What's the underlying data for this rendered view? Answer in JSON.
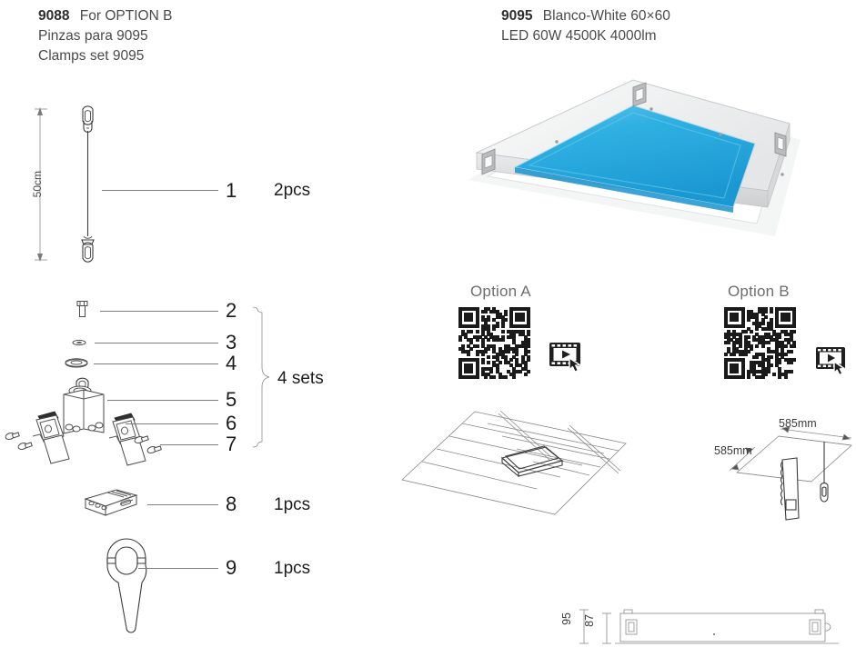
{
  "left_panel": {
    "header": {
      "code": "9088",
      "title": "For OPTION B",
      "line2": "Pinzas para 9095",
      "line3": "Clamps set 9095"
    },
    "cable": {
      "dimension": "50cm",
      "icon": "steel-cable-with-carabiners"
    },
    "parts": [
      {
        "number": "1",
        "qty": "2pcs",
        "icon": "suspension-cable"
      },
      {
        "number": "2",
        "qty": "",
        "icon": "bolt-screw"
      },
      {
        "number": "3",
        "qty": "",
        "icon": "small-washer"
      },
      {
        "number": "4",
        "qty": "",
        "icon": "large-washer"
      },
      {
        "number": "5",
        "qty": "",
        "icon": "gripper-body"
      },
      {
        "number": "6",
        "qty": "",
        "icon": "clamp-bracket"
      },
      {
        "number": "7",
        "qty": "",
        "icon": "clamp-screw"
      },
      {
        "number": "8",
        "qty": "1pcs",
        "icon": "terminal-block-connector"
      },
      {
        "number": "9",
        "qty": "1pcs",
        "icon": "open-end-wrench"
      }
    ],
    "group_label": "4 sets"
  },
  "right_panel": {
    "header": {
      "code": "9095",
      "title": "Blanco-White  60×60",
      "line2": "LED 60W 4500K 4000lm"
    },
    "product_image": {
      "icon": "led-panel-photo",
      "glow_color": "#29ace0",
      "frame_color": "#f2f2f2",
      "bracket_color": "#b9bbbd"
    },
    "options": [
      {
        "label": "Option A",
        "qr_icon": "qr-code",
        "video_icon": "video-play-click-icon",
        "drawing_icon": "suspended-ceiling-grid-recessed"
      },
      {
        "label": "Option B",
        "qr_icon": "qr-code",
        "video_icon": "video-play-click-icon",
        "drawing_icon": "ceiling-panel-with-clamp"
      }
    ],
    "option_b_dimensions": {
      "width": "585mm",
      "depth": "585mm"
    },
    "section_view": {
      "height_outer": "95",
      "height_inner": "87",
      "icon": "panel-side-section"
    }
  }
}
